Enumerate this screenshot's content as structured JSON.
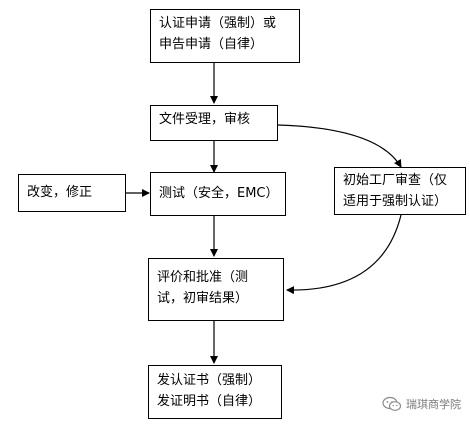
{
  "boxes": {
    "apply": [
      "认证申请（强制）或",
      "申告申请（自律）"
    ],
    "accept": [
      "文件受理，审核"
    ],
    "test": [
      "测试（安全，EMC）"
    ],
    "modify": [
      "改变，修正"
    ],
    "factory": [
      "初始工厂审查（仅",
      "适用于强制认证）"
    ],
    "evaluate": [
      "评价和批准（测",
      "试，初审结果）"
    ],
    "issue": [
      "发认证书（强制）",
      "发证明书（自律）"
    ]
  },
  "watermark": {
    "text": "瑞琪商学院",
    "icon": "wechat-icon"
  },
  "colors": {
    "line": "#000000",
    "box_border": "#000000",
    "watermark": "#7a7a7a"
  }
}
